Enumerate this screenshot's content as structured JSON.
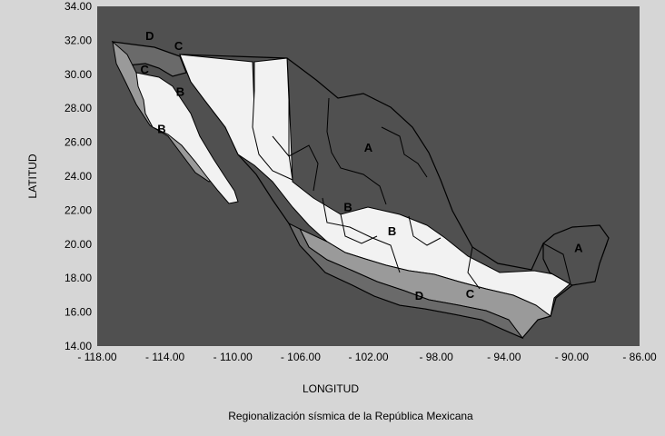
{
  "map": {
    "xlabel": "LONGITUD",
    "ylabel": "LATITUD",
    "caption": "Regionalización sísmica de la República Mexicana",
    "x_ticks": [
      "- 118.00",
      "- 114.00",
      "- 110.00",
      "- 106.00",
      "- 102.00",
      "- 98.00",
      "- 94.00",
      "- 90.00",
      "- 86.00"
    ],
    "y_ticks": [
      "34.00",
      "32.00",
      "30.00",
      "28.00",
      "26.00",
      "24.00",
      "22.00",
      "20.00",
      "18.00",
      "16.00",
      "14.00"
    ],
    "xlim": [
      -118,
      -86
    ],
    "ylim": [
      14,
      34
    ],
    "colors": {
      "figure_background": "#d6d6d6",
      "plot_background": "#505050",
      "zone_A": "#505050",
      "zone_B": "#f2f2f2",
      "zone_C": "#9a9a9a",
      "zone_D": "#6a6a6a"
    },
    "zone_labels": [
      {
        "text": "A",
        "lon": -102.0,
        "lat": 25.7
      },
      {
        "text": "A",
        "lon": -89.6,
        "lat": 19.8
      },
      {
        "text": "B",
        "lon": -100.6,
        "lat": 20.8
      },
      {
        "text": "B",
        "lon": -103.2,
        "lat": 22.2
      },
      {
        "text": "B",
        "lon": -113.1,
        "lat": 29.0
      },
      {
        "text": "B",
        "lon": -114.2,
        "lat": 26.8
      },
      {
        "text": "C",
        "lon": -96.0,
        "lat": 17.1
      },
      {
        "text": "C",
        "lon": -115.2,
        "lat": 30.3
      },
      {
        "text": "C",
        "lon": -113.2,
        "lat": 31.7
      },
      {
        "text": "D",
        "lon": -99.0,
        "lat": 17.0
      },
      {
        "text": "D",
        "lon": -114.9,
        "lat": 32.3
      }
    ]
  }
}
